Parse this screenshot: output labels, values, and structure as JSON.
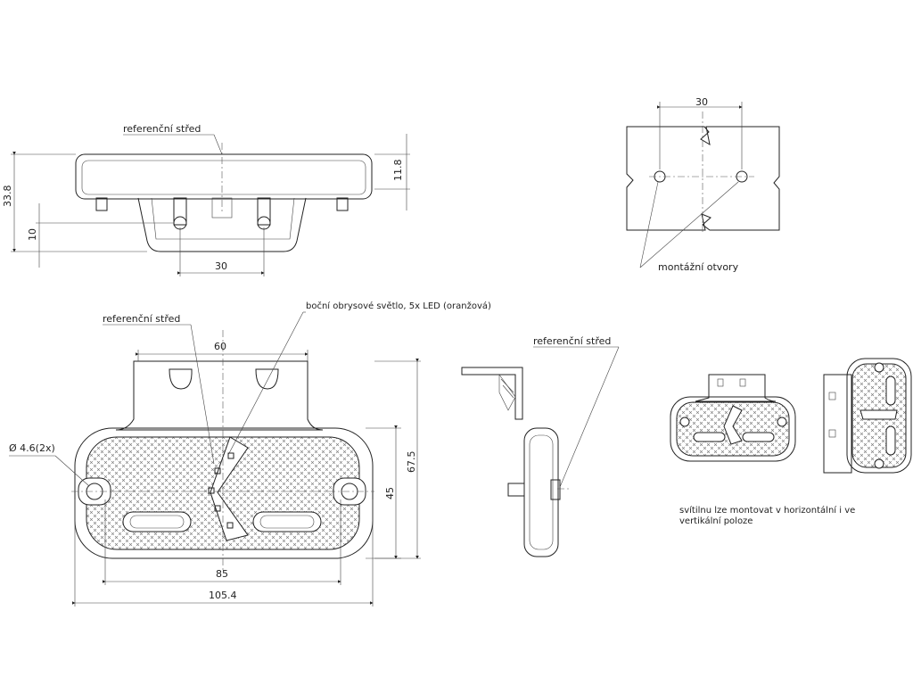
{
  "labels": {
    "ref_center_1": "referenční střed",
    "ref_center_2": "referenční střed",
    "ref_center_3": "referenční střed",
    "mounting_holes": "montážní otvory",
    "side_marker": "boční obrysové světlo, 5x LED (oranžová)",
    "orientation_note_1": "svítilnu lze montovat v horizontální i ve",
    "orientation_note_2": "vertikální poloze"
  },
  "dimensions": {
    "top_height_total": "33.8",
    "top_height_body": "11.8",
    "top_height_bracket": "10",
    "top_hole_spacing": "30",
    "holes_spacing": "30",
    "front_width_bracket": "60",
    "hole_diameter": "Ø 4.6(2x)",
    "front_height_total": "67.5",
    "front_height_body": "45",
    "front_hole_spacing": "85",
    "front_width_total": "105.4"
  },
  "colors": {
    "line": "#222222",
    "background": "#ffffff"
  }
}
